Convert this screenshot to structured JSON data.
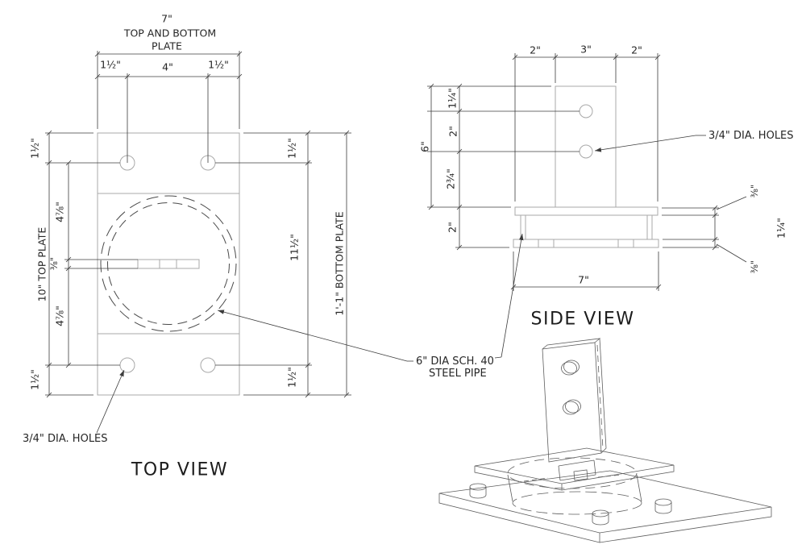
{
  "top_view": {
    "title": "TOP VIEW",
    "plate_width_dim": "7\"",
    "plate_width_note1": "TOP AND BOTTOM",
    "plate_width_note2": "PLATE",
    "top_chain": [
      "1½\"",
      "4\"",
      "1½\""
    ],
    "left_outer_chain": [
      "1½\"",
      "10\" TOP PLATE",
      "1½\""
    ],
    "left_inner_chain": [
      "4⅞\"",
      "⅜\"",
      "4⅞\""
    ],
    "right_chain": [
      "1½\"",
      "11½\"",
      "1½\""
    ],
    "right_outer_dim": "1'-1\" BOTTOM PLATE",
    "holes_note": "3/4\" DIA. HOLES"
  },
  "side_view": {
    "title": "SIDE VIEW",
    "top_chain": [
      "2\"",
      "3\"",
      "2\""
    ],
    "height_dim": "6\"",
    "left_chain": [
      "1¼\"",
      "2\"",
      "2¾\""
    ],
    "base_height_dim": "2\"",
    "base_width_dim": "7\"",
    "right_chain": [
      "⅜\"",
      "1¼\"",
      "⅜\""
    ],
    "holes_note": "3/4\" DIA. HOLES"
  },
  "pipe_note": {
    "line1": "6\" DIA SCH. 40",
    "line2": "STEEL PIPE"
  },
  "colors": {
    "background": "#ffffff",
    "object_line": "#a8a8a8",
    "hidden_pipe_line": "#4a4a4a",
    "dimension_line": "#3c3c3c",
    "text": "#262626"
  }
}
